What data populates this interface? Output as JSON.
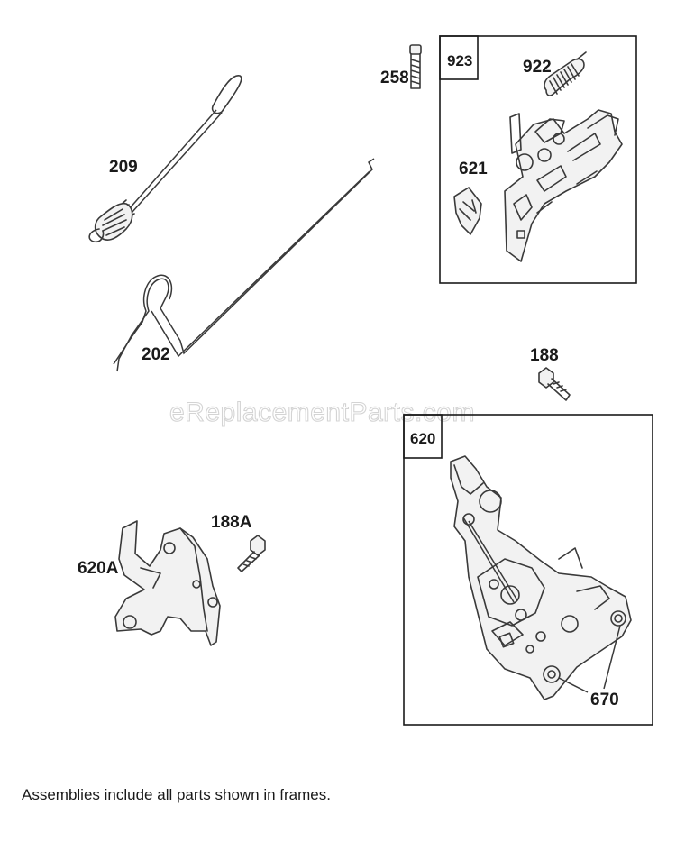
{
  "watermark": "eReplacementParts.com",
  "footnote": "Assemblies include all parts shown in frames.",
  "labels": {
    "p209": "209",
    "p202": "202",
    "p258": "258",
    "p923": "923",
    "p922": "922",
    "p621": "621",
    "p188": "188",
    "p620": "620",
    "p188A": "188A",
    "p620A": "620A",
    "p670": "670"
  }
}
